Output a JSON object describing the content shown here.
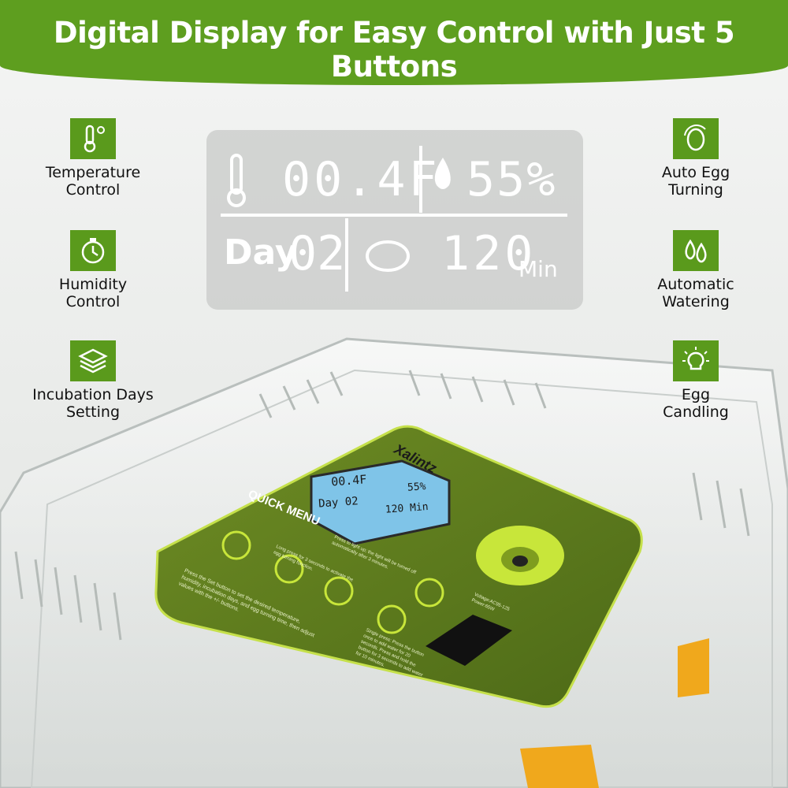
{
  "banner": {
    "title": "Digital Display for Easy Control with Just 5 Buttons"
  },
  "features": {
    "left": [
      {
        "label": "Temperature\nControl",
        "icon": "thermometer-gear-icon"
      },
      {
        "label": "Humidity\nControl",
        "icon": "humidity-timer-icon"
      },
      {
        "label": "Incubation Days\nSetting",
        "icon": "layers-icon"
      }
    ],
    "right": [
      {
        "label": "Auto Egg\nTurning",
        "icon": "egg-turning-icon"
      },
      {
        "label": "Automatic\nWatering",
        "icon": "water-drops-icon"
      },
      {
        "label": "Egg\nCandling",
        "icon": "light-bulb-icon"
      }
    ]
  },
  "display": {
    "temperature": "00.4F",
    "humidity": "55%",
    "day_label": "Day",
    "day_value": "02",
    "turn_value": "120",
    "turn_unit": "Min"
  },
  "device": {
    "brand": "Xalintz",
    "menu_title": "QUICK MENU",
    "small_display": {
      "temp": "00.4F",
      "humidity": "55%",
      "day": "Day 02",
      "turn": "120 Min"
    },
    "set_instructions": "Press the Set button to set the desired temperature, humidity, incubation days, and egg turning time, then adjust values with the +/- buttons.",
    "minus_note": "Long press for 3 seconds to activate the egg turning function.",
    "light_note": "Press to light up; the light will be turned off automatically after 3 minutes.",
    "water_note": "Single press: Press the button once to add water for 20 seconds. Press and hold the button for 3 seconds to add water for 10 minutes.",
    "voltage": "Voltage:AC95-125\nPower:65W"
  },
  "colors": {
    "brand_green": "#5e9e1f",
    "icon_green": "#5a9a1c",
    "panel_green": "#5f7a1e",
    "lcd_blue": "#7fc4e8",
    "accent_lime": "#c8e63a"
  }
}
